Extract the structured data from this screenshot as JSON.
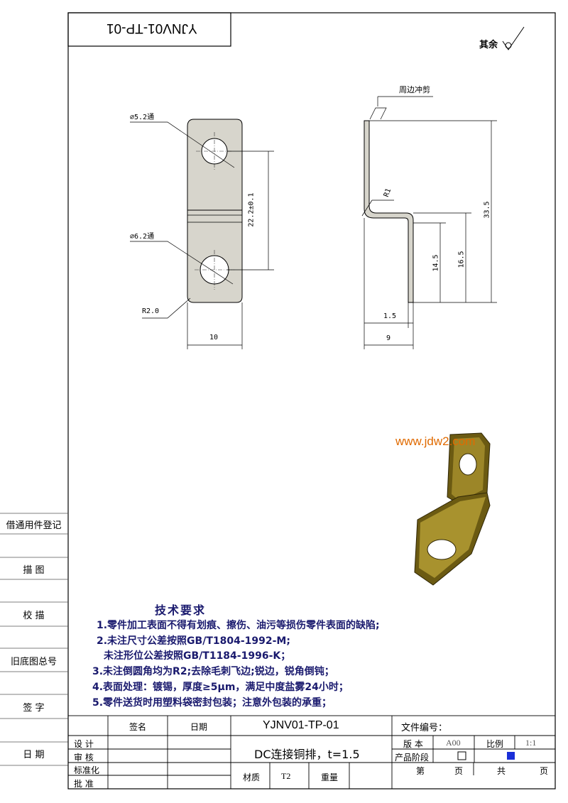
{
  "drawing_number_mirrored": "YJNV01-TP-01",
  "roughness_note": "其余",
  "watermark": "www.jdw2.com",
  "annotations": {
    "hole_upper": "⌀5.2通",
    "hole_lower": "⌀6.2通",
    "radius_corner": "R2.0",
    "width_10": "10",
    "spacing": "22.2±0.1",
    "side_note": "周边冲剪",
    "bend_radius": "R1",
    "height_total": "33.5",
    "height_16_5": "16.5",
    "height_14_5": "14.5",
    "thickness": "1.5",
    "width_9": "9"
  },
  "side_labels": [
    "借通用件登记",
    "描 图",
    "校 描",
    "旧底图总号",
    "签 字",
    "日 期"
  ],
  "requirements": {
    "title": "技术要求",
    "items": [
      "1.零件加工表面不得有划痕、擦伤、油污等损伤零件表面的缺陷;",
      "2.未注尺寸公差按照GB/T1804-1992-M;",
      "未注形位公差按照GB/T1184-1996-K；",
      "3.未注倒圆角均为R2;去除毛刺飞边;锐边，锐角倒钝；",
      "4.表面处理：镀锡，厚度≥5μm，满足中度盐雾24小时；",
      "5.零件送货时用塑料袋密封包装；注意外包装的承重；"
    ]
  },
  "title_block": {
    "col_sign": "签名",
    "col_date": "日期",
    "row_design": "设 计",
    "row_review": "审 核",
    "row_standard": "标准化",
    "row_approve": "批 准",
    "drawing_no": "YJNV01-TP-01",
    "part_name": "DC连接铜排，t=1.5",
    "material_label": "材质",
    "material_value": "T2",
    "weight_label": "重量",
    "file_no_label": "文件编号：",
    "version_label": "版 本",
    "version_value": "A00",
    "scale_label": "比例",
    "scale_value": "1:1",
    "stage_label": "产品阶段",
    "sheet_label": "第",
    "page_label1": "页",
    "total_label": "共",
    "page_label2": "页"
  },
  "colors": {
    "part_fill": "#d7d5cc",
    "part_3d_fill": "#6b5a12",
    "watermark": "#e06a00",
    "requirements": "#1a1a6e",
    "stage_marker": "#1a2fd8"
  }
}
